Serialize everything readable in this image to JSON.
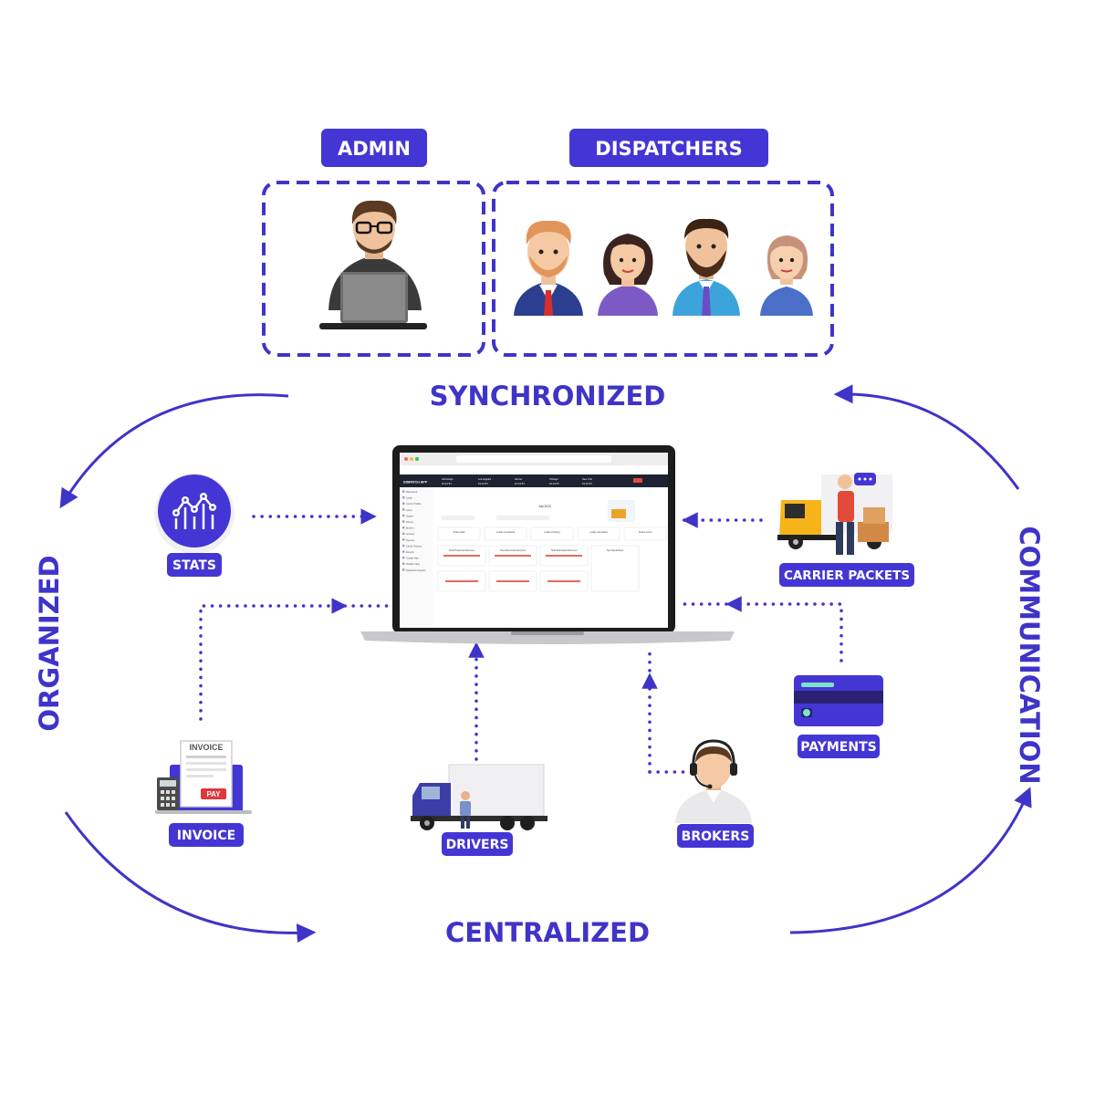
{
  "colors": {
    "accent": "#3f34c8",
    "pill": "#4436d4",
    "dark": "#222222",
    "white": "#ffffff"
  },
  "roles": {
    "admin": {
      "label": "ADMIN",
      "icon": "admin-with-laptop"
    },
    "dispatchers": {
      "label": "DISPATCHERS",
      "icon": "four-people"
    }
  },
  "cycle": {
    "top": "SYNCHRONIZED",
    "left": "ORGANIZED",
    "bottom": "CENTRALIZED",
    "right": "COMMUNICATION"
  },
  "nodes": {
    "stats": {
      "label": "STATS",
      "icon": "line-chart-icon"
    },
    "carrier_packets": {
      "label": "CARRIER PACKETS",
      "icon": "delivery-truck-icon"
    },
    "payments": {
      "label": "PAYMENTS",
      "icon": "credit-card-icon"
    },
    "invoice": {
      "label": "INVOICE",
      "icon": "invoice-icon",
      "doc_title": "INVOICE",
      "pay_label": "PAY"
    },
    "drivers": {
      "label": "DRIVERS",
      "icon": "truck-icon"
    },
    "brokers": {
      "label": "BROKERS",
      "icon": "headset-agent-icon"
    }
  },
  "laptop": {
    "app_name": "DISPATCH APP",
    "header_stats": [
      {
        "city": "Anchorage",
        "time": "10:12:57"
      },
      {
        "city": "Los Angeles",
        "time": "10:12:57"
      },
      {
        "city": "Denver",
        "time": "10:12:57"
      },
      {
        "city": "Chicago",
        "time": "10:12:57"
      },
      {
        "city": "New York",
        "time": "10:12:57"
      }
    ],
    "date_label": "July 2023",
    "sidebar_items": [
      "Dashboard",
      "Loads",
      "Carrier Profiles",
      "Lanes",
      "Quotes",
      "Drivers",
      "Brokers",
      "Invoices",
      "Payouts",
      "Carrier Packets",
      "Reports",
      "Google Map",
      "Weather Map",
      "Dispatcher Reports"
    ],
    "stat_cards": [
      "Total Loads",
      "Loads Completed",
      "Loads Pending",
      "Loads Cancelled",
      "Total Amount"
    ],
    "metric_cards": [
      "Total Projected Revenue",
      "Total Received Revenue",
      "Total Estimated Revenue",
      "Top Dispatchers"
    ]
  }
}
